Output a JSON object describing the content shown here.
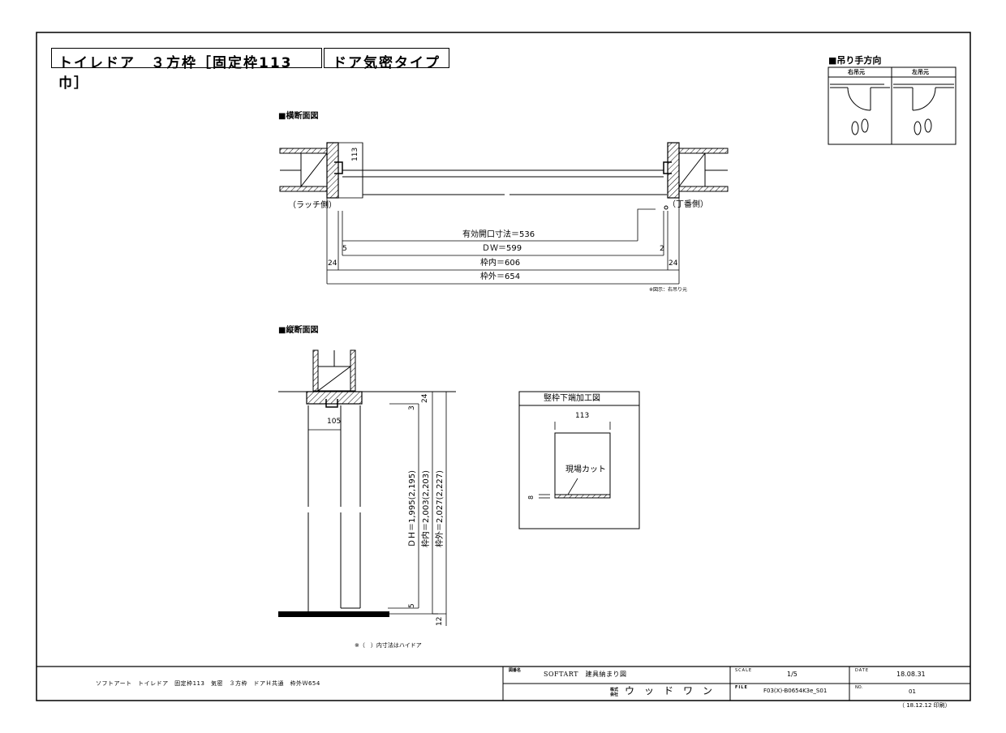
{
  "title": {
    "main": "トイレドア　３方枠［固定枠113巾］",
    "sub": "ドア気密タイプ"
  },
  "hanging": {
    "heading": "■吊り手方向",
    "right_label": "右吊元",
    "left_label": "左吊元"
  },
  "cross_section": {
    "heading": "■横断面図",
    "latch_side": "（ラッチ側）",
    "hinge_side": "（丁番側）",
    "frame_depth": "113",
    "effective_opening": "有効開口寸法＝536",
    "dw": "ＤＷ＝599",
    "inner": "枠内＝606",
    "outer": "枠外＝654",
    "gap_left": "5",
    "gap_right": "2",
    "frame_left": "24",
    "frame_right": "24",
    "note": "※図示：右吊り元"
  },
  "vertical_section": {
    "heading": "■縦断面図",
    "dim_105": "105",
    "dim_top_24": "24",
    "dim_3": "3",
    "dh": "ＤＨ＝1,995(2,195)",
    "inner": "枠内＝2,003(2,203)",
    "outer": "枠外＝2,027(2,227)",
    "dim_5": "5",
    "dim_12": "12",
    "note": "※（　）内寸法はハイドア"
  },
  "detail": {
    "heading": "竪枠下端加工図",
    "width": "113",
    "cut_label": "現場カット",
    "height": "8"
  },
  "title_block": {
    "description": "ソフトアート　トイレドア　固定枠113　気密　３方枠　ドアＨ共通　枠外Ｗ654",
    "drawing_label": "図番名",
    "drawing_name": "SOFTART　建具納まり図",
    "company_label": "株式会社",
    "company": "ウ　ッ　ド　ワ　ン",
    "scale_label": "SCALE",
    "scale": "1/5",
    "file_label": "FILE",
    "file": "F03(X)-B0654K3e_S01",
    "date_label": "DATE",
    "date": "18.08.31",
    "no_label": "NO.",
    "no": "01",
    "printed": "（ 18.12.12 印刷）"
  }
}
